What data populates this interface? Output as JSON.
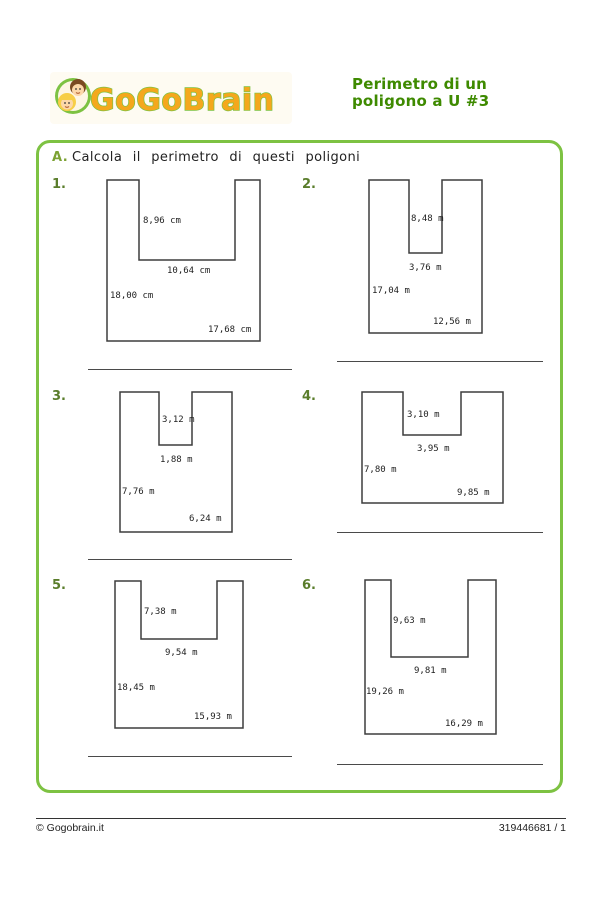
{
  "header": {
    "logo": {
      "text": "GoGoBrain",
      "icon": "gogobrain-kids-icon"
    },
    "title_line1": "Perimetro di un",
    "title_line2": "poligono a U #3"
  },
  "instruction": {
    "label": "A.",
    "text": "Calcola il perimetro di questi poligoni"
  },
  "problems": [
    {
      "number": "1.",
      "labels": {
        "notch_side": "8,96 cm",
        "notch_bottom": "10,64 cm",
        "left_side": "18,00 cm",
        "bottom": "17,68 cm"
      }
    },
    {
      "number": "2.",
      "labels": {
        "notch_side": "8,48 m",
        "notch_bottom": "3,76 m",
        "left_side": "17,04 m",
        "bottom": "12,56 m"
      }
    },
    {
      "number": "3.",
      "labels": {
        "notch_side": "3,12 m",
        "notch_bottom": "1,88 m",
        "left_side": "7,76 m",
        "bottom": "6,24 m"
      }
    },
    {
      "number": "4.",
      "labels": {
        "notch_side": "3,10 m",
        "notch_bottom": "3,95 m",
        "left_side": "7,80 m",
        "bottom": "9,85 m"
      }
    },
    {
      "number": "5.",
      "labels": {
        "notch_side": "7,38 m",
        "notch_bottom": "9,54 m",
        "left_side": "18,45 m",
        "bottom": "15,93 m"
      }
    },
    {
      "number": "6.",
      "labels": {
        "notch_side": "9,63 m",
        "notch_bottom": "9,81 m",
        "left_side": "19,26 m",
        "bottom": "16,29 m"
      }
    }
  ],
  "footer": {
    "copyright": "© Gogobrain.it",
    "page_ref": "319446681 / 1"
  },
  "colors": {
    "frame_green": "#7dc242",
    "title_green": "#3e8a00",
    "number_green": "#5a7d2b",
    "instruction_label_green": "#7ca233",
    "logo_orange": "#f4a81d",
    "shape_outline": "#3d3d3d"
  }
}
